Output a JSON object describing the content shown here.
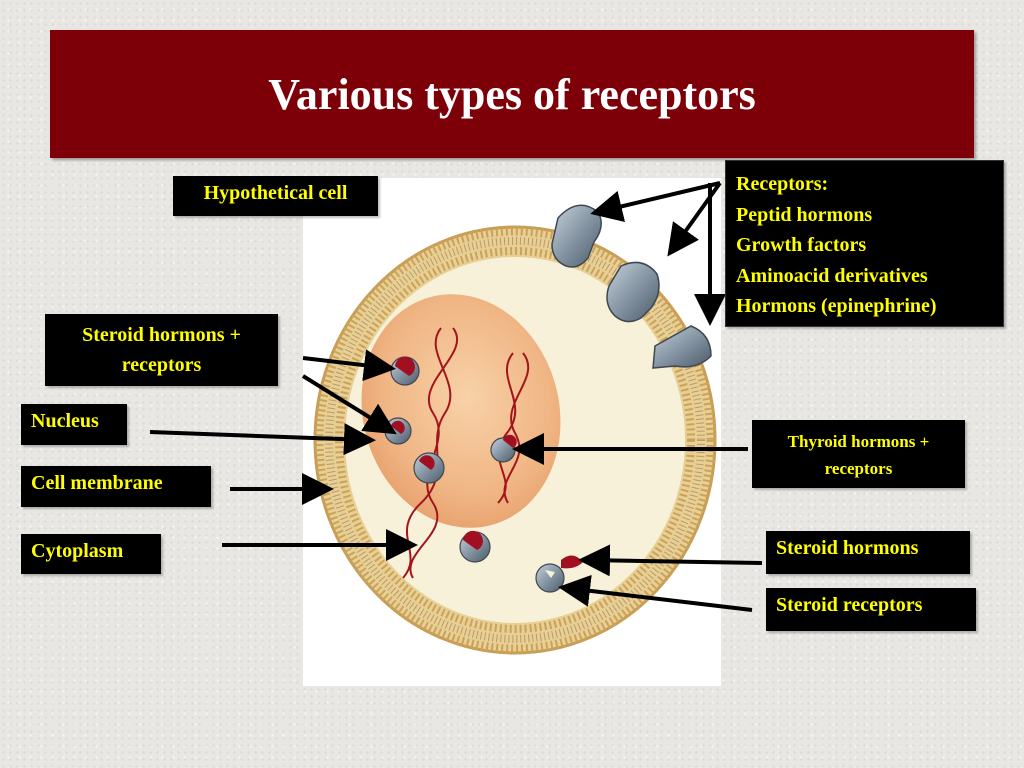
{
  "title": "Various types of receptors",
  "labels": {
    "hypothetical_cell": "Hypothetical cell",
    "steroid_hormons_receptors": [
      "Steroid hormons +",
      "receptors"
    ],
    "nucleus": "Nucleus",
    "cell_membrane": "Cell membrane",
    "cytoplasm": "Cytoplasm",
    "receptors_box": [
      "Receptors:",
      "Peptid hormons",
      "Growth factors",
      "Aminoacid derivatives",
      "Hormons (epinephrine)"
    ],
    "thyroid_hormons_receptors": [
      "Thyroid hormons +",
      "receptors"
    ],
    "steroid_hormons": "Steroid hormons",
    "steroid_receptors": "Steroid receptors"
  },
  "colors": {
    "title_bar": "#7d0008",
    "label_bg": "#000000",
    "label_text": "#ffff00",
    "membrane": "#d8b878",
    "cytoplasm": "#f7f0d8",
    "nucleus": "#f1b98a",
    "dna": "#a3151c",
    "receptor": "#8a9aa8",
    "hormone": "#a01020"
  }
}
